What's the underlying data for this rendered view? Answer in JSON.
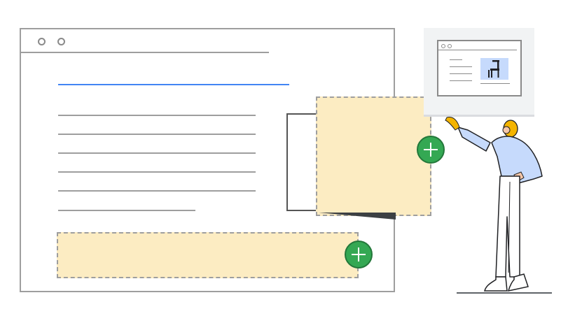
{
  "browser": {
    "window_controls": [
      "circle",
      "circle"
    ]
  },
  "article": {
    "heading_color": "#4285f4",
    "text_line_count": 6
  },
  "slots": [
    {
      "name": "side-slot",
      "fill": "#fcecc2",
      "action": "add"
    },
    {
      "name": "bottom-slot",
      "fill": "#fcecc2",
      "action": "add"
    }
  ],
  "mini_page": {
    "image_icon": "chair-icon",
    "image_bg": "#c6dafc",
    "text_line_count": 4
  },
  "illustration": {
    "figure": "person-holding-panel",
    "accent_color": "#34a853"
  }
}
